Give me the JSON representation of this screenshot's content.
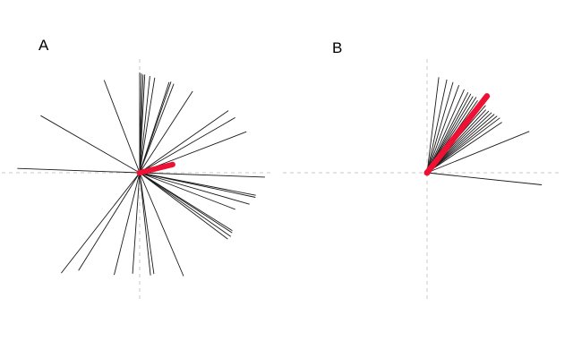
{
  "figure": {
    "colors": {
      "background": "#ffffff",
      "ray": "#1a1a1a",
      "mean": "#ee1133",
      "axis": "#c8c8c8"
    },
    "panels": [
      {
        "label": "A",
        "rays": [
          {
            "angle": 90,
            "length": 1.0
          },
          {
            "angle": 89,
            "length": 0.99
          },
          {
            "angle": 88,
            "length": 0.98
          },
          {
            "angle": 87,
            "length": 0.98
          },
          {
            "angle": 84,
            "length": 0.97
          },
          {
            "angle": 81,
            "length": 0.96
          },
          {
            "angle": 72,
            "length": 0.95
          },
          {
            "angle": 71,
            "length": 0.96
          },
          {
            "angle": 69,
            "length": 0.95
          },
          {
            "angle": 57,
            "length": 0.97
          },
          {
            "angle": 35,
            "length": 1.08
          },
          {
            "angle": 30,
            "length": 1.1
          },
          {
            "angle": 21,
            "length": 1.14
          },
          {
            "angle": 111,
            "length": 0.99
          },
          {
            "angle": 150,
            "length": 1.14
          },
          {
            "angle": 178,
            "length": 1.22
          },
          {
            "angle": -2,
            "length": 1.25
          },
          {
            "angle": -11,
            "length": 1.18
          },
          {
            "angle": -12,
            "length": 1.18
          },
          {
            "angle": -16,
            "length": 1.14
          },
          {
            "angle": -21,
            "length": 1.02
          },
          {
            "angle": -32,
            "length": 1.09
          },
          {
            "angle": -33,
            "length": 1.1
          },
          {
            "angle": -35,
            "length": 1.11
          },
          {
            "angle": -37,
            "length": 1.1
          },
          {
            "angle": -67,
            "length": 1.12
          },
          {
            "angle": -82,
            "length": 1.02
          },
          {
            "angle": -84,
            "length": 1.03
          },
          {
            "angle": -94,
            "length": 1.01
          },
          {
            "angle": -104,
            "length": 1.05
          },
          {
            "angle": -122,
            "length": 1.15
          },
          {
            "angle": -128,
            "length": 1.27
          }
        ],
        "mean": {
          "angle": 14,
          "length": 0.34
        }
      },
      {
        "label": "B",
        "rays": [
          {
            "angle": 83,
            "length": 0.96
          },
          {
            "angle": 78,
            "length": 0.95
          },
          {
            "angle": 74,
            "length": 0.94
          },
          {
            "angle": 70,
            "length": 0.93
          },
          {
            "angle": 66,
            "length": 0.91
          },
          {
            "angle": 63,
            "length": 0.9
          },
          {
            "angle": 61,
            "length": 0.9
          },
          {
            "angle": 59,
            "length": 0.89
          },
          {
            "angle": 57,
            "length": 0.9
          },
          {
            "angle": 55,
            "length": 0.88
          },
          {
            "angle": 53,
            "length": 0.89
          },
          {
            "angle": 51,
            "length": 0.87
          },
          {
            "angle": 49,
            "length": 0.89
          },
          {
            "angle": 47,
            "length": 0.86
          },
          {
            "angle": 45,
            "length": 0.87
          },
          {
            "angle": 43,
            "length": 0.88
          },
          {
            "angle": 41,
            "length": 0.89
          },
          {
            "angle": 39,
            "length": 0.9
          },
          {
            "angle": 37,
            "length": 0.91
          },
          {
            "angle": 34,
            "length": 0.9
          },
          {
            "angle": 22,
            "length": 1.1
          },
          {
            "angle": -6,
            "length": 1.15
          }
        ],
        "mean": {
          "angle": 52,
          "length": 0.97
        }
      }
    ]
  }
}
